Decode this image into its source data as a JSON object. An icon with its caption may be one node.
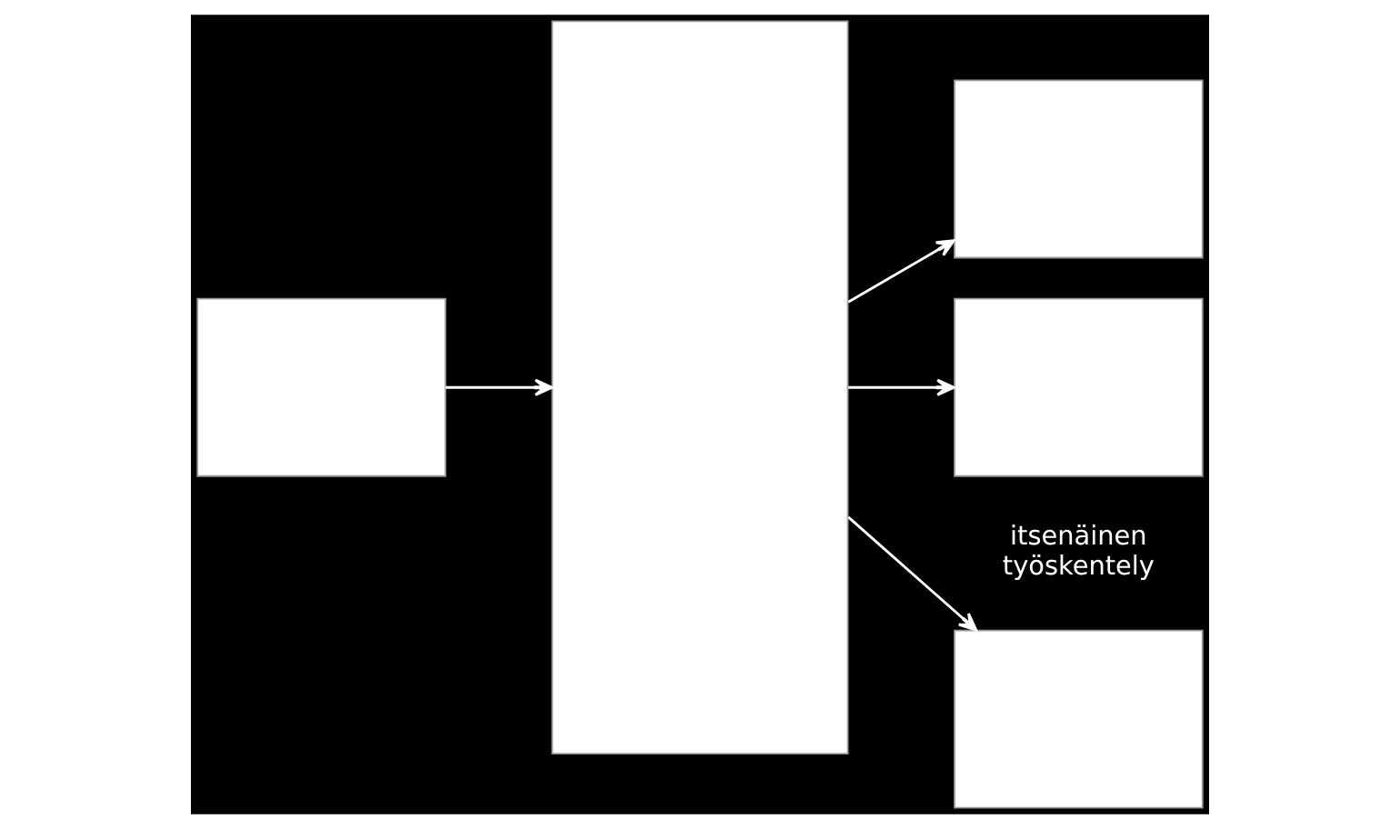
{
  "diagram": {
    "nodes": [
      {
        "text": [],
        "shape": "box"
      },
      {
        "text": [],
        "shape": "box"
      },
      {
        "text": [],
        "shape": "box"
      },
      {
        "text": [],
        "shape": "box"
      },
      {
        "text": [],
        "shape": "box"
      }
    ],
    "edges": [
      {
        "from": 0,
        "to": 1,
        "arrow": "to"
      },
      {
        "from": 1,
        "to": 2,
        "arrow": "to"
      },
      {
        "from": 1,
        "to": 3,
        "arrow": "to"
      },
      {
        "from": 1,
        "to": 4,
        "arrow": "to"
      }
    ],
    "labels": [
      "itsenäinen työskentely"
    ]
  }
}
